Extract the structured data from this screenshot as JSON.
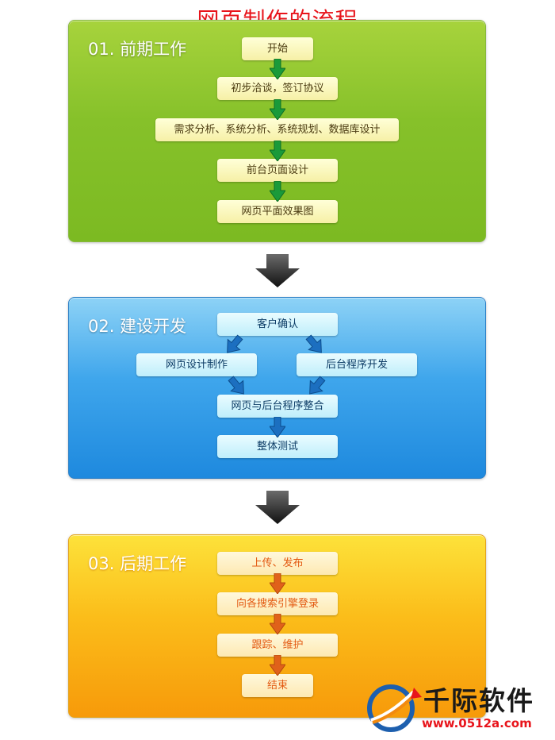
{
  "title": "网页制作的流程",
  "sections": [
    {
      "heading": "01. 前期工作",
      "steps": [
        "开始",
        "初步洽谈，签订协议",
        "需求分析、系统分析、系统规划、数据库设计",
        "前台页面设计",
        "网页平面效果图"
      ]
    },
    {
      "heading": "02. 建设开发",
      "steps": [
        "客户确认",
        "网页设计制作",
        "后台程序开发",
        "网页与后台程序整合",
        "整体测试"
      ]
    },
    {
      "heading": "03. 后期工作",
      "steps": [
        "上传、发布",
        "向各搜索引擎登录",
        "跟踪、维护",
        "结束"
      ]
    }
  ],
  "logo": {
    "name": "千际软件",
    "url": "www.0512a.com"
  },
  "colors": {
    "title": "#e8141b",
    "green": "#86c12a",
    "blue": "#1e89de",
    "orange": "#f79a0a"
  }
}
